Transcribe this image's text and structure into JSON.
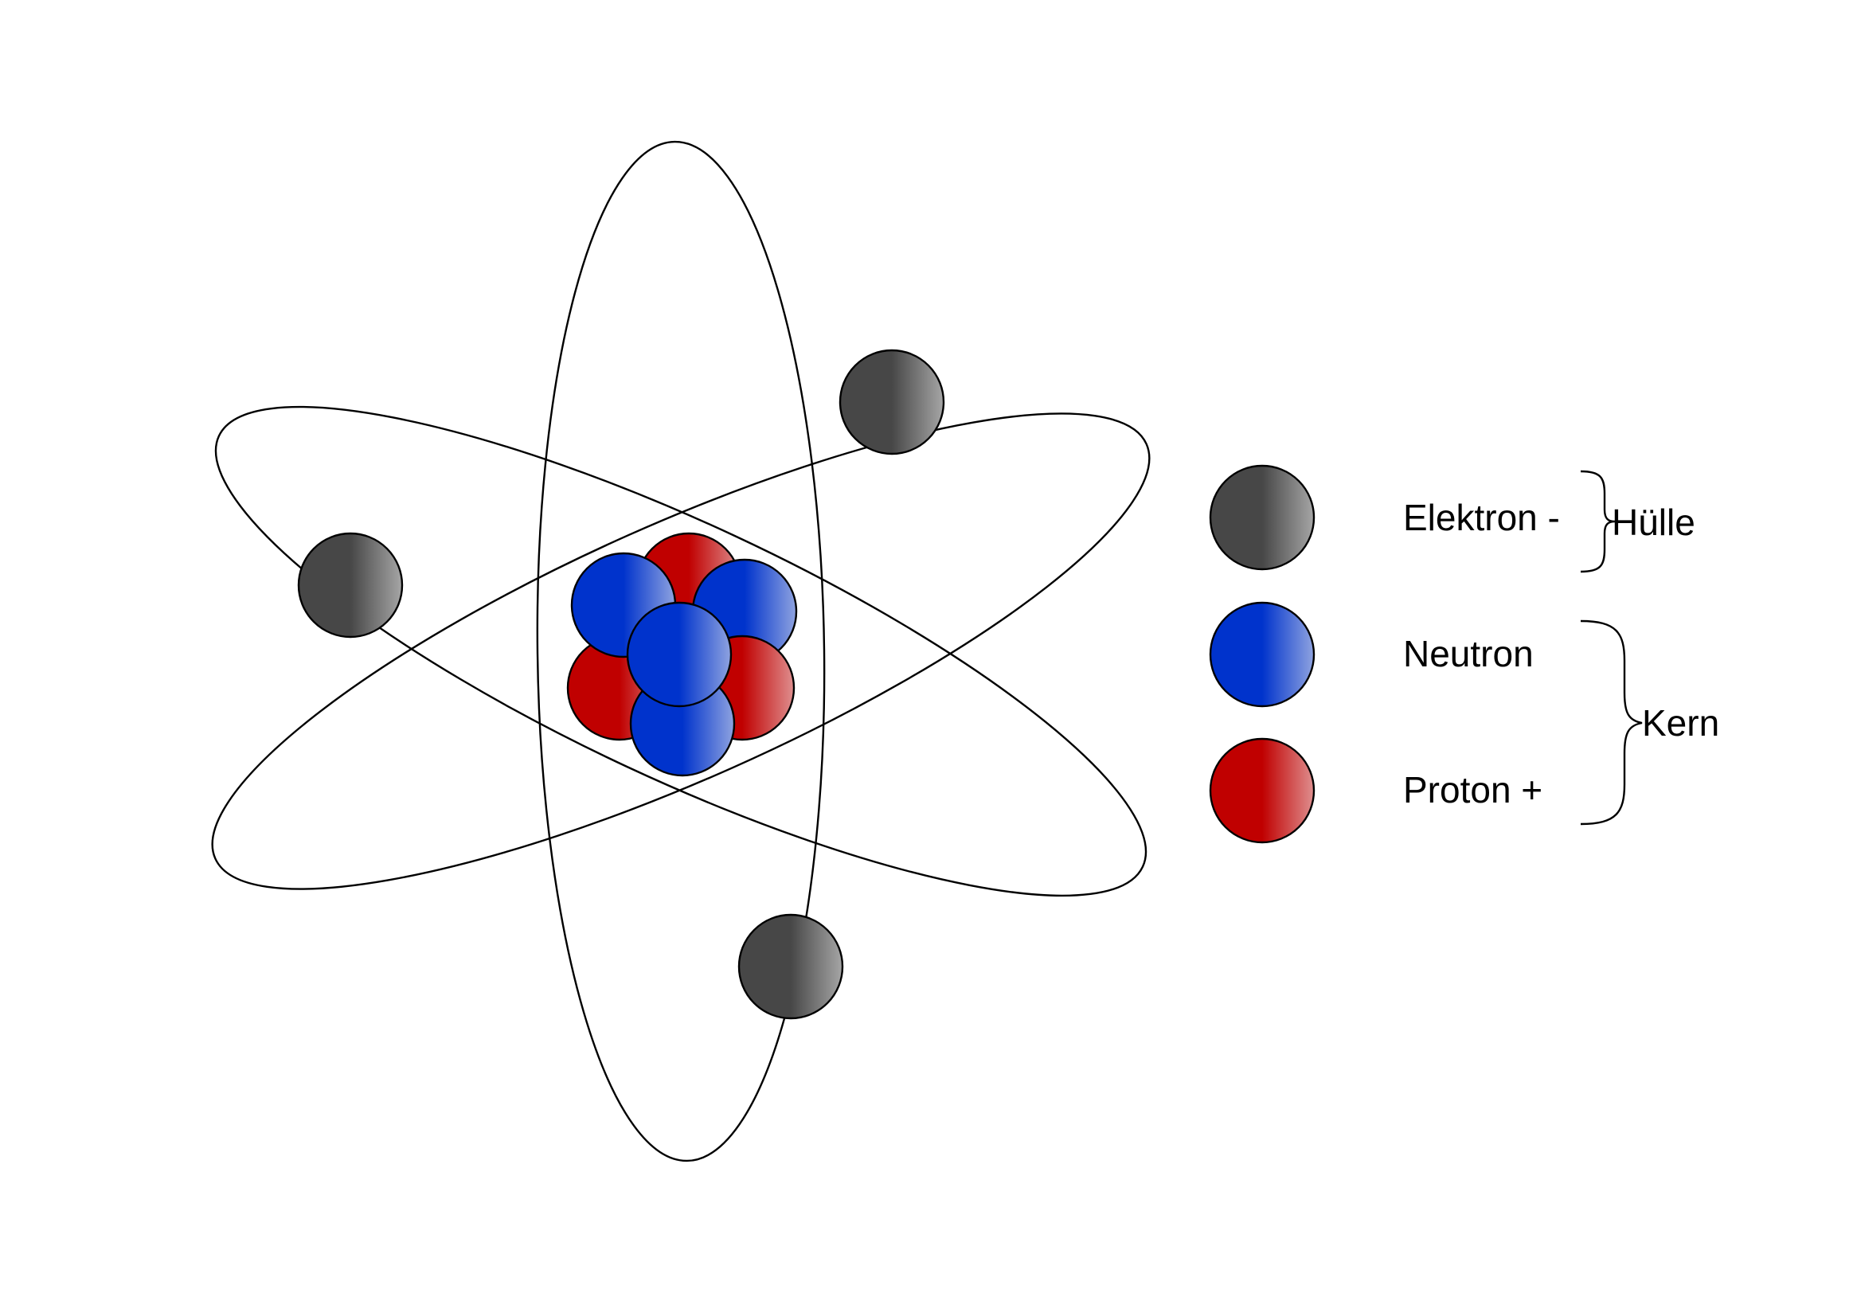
{
  "legend": {
    "electron": {
      "label": "Elektron -",
      "icon": "electron-icon"
    },
    "neutron": {
      "label": "Neutron",
      "icon": "neutron-icon"
    },
    "proton": {
      "label": "Proton +",
      "icon": "proton-icon"
    }
  },
  "groups": {
    "shell": "Hülle",
    "nucleus": "Kern"
  },
  "colors": {
    "electron_dark": "#474747",
    "electron_light": "#a6a6a6",
    "neutron_dark": "#0033cc",
    "neutron_light": "#8fa3e0",
    "proton_dark": "#c00000",
    "proton_light": "#df8f8f",
    "outline": "#000000"
  }
}
